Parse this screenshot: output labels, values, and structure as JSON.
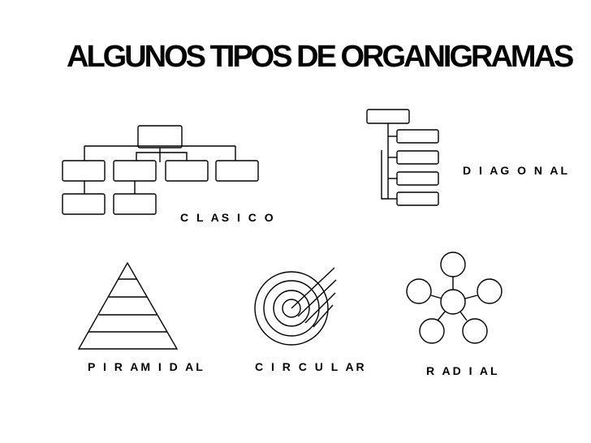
{
  "slide": {
    "title": "ALGUNOS TIPOS DE ORGANIGRAMAS",
    "labels": {
      "clasico": "C L AS I C O",
      "diagonal": "D I AG O N AL",
      "piramidal": "P I R AM I D AL",
      "circular": "C I R C U L AR",
      "radial": "R AD I AL"
    }
  }
}
